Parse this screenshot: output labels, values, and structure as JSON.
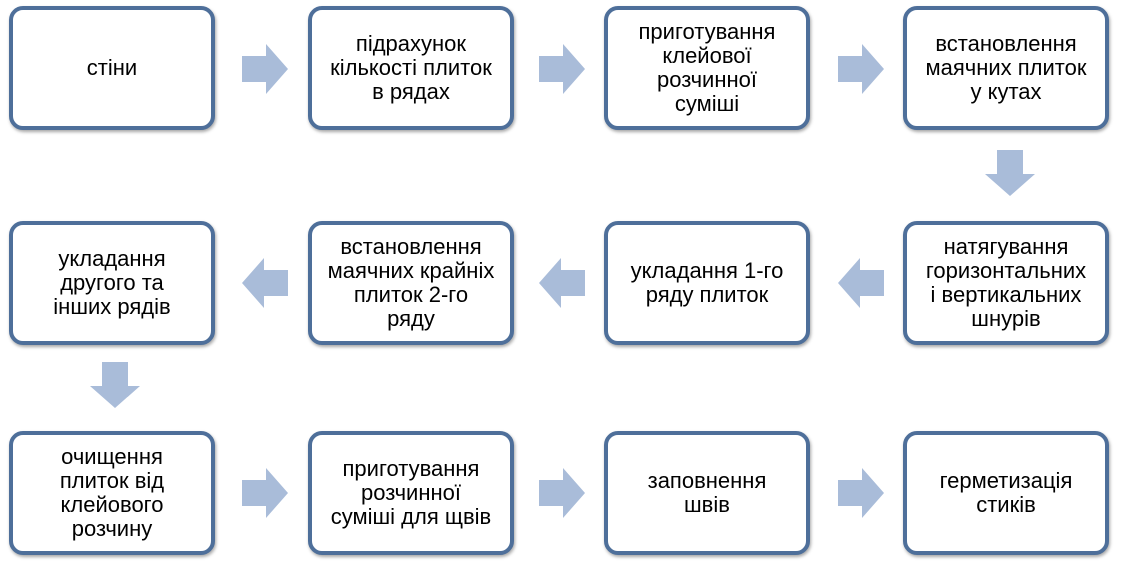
{
  "steps": [
    "стіни",
    "підрахунок\nкількості плиток\nв рядах",
    "приготування\nклейової\nрозчинної\nсуміші",
    "встановлення\nмаячних плиток\nу кутах",
    "натягування\nгоризонтальних\nі вертикальних\nшнурів",
    "укладання 1-го\nряду плиток",
    "встановлення\nмаячних крайніх\nплиток 2-го\nряду",
    "укладання\nдругого та\nінших рядів",
    "очищення\nплиток від\nклейового\nрозчину",
    "приготування\nрозчинної\nсуміші для щвів",
    "заповнення\nшвів",
    "герметизація\nстиків"
  ],
  "colors": {
    "border": "#4e6f9a",
    "arrow": "#a9bcd9",
    "background": "#ffffff"
  }
}
